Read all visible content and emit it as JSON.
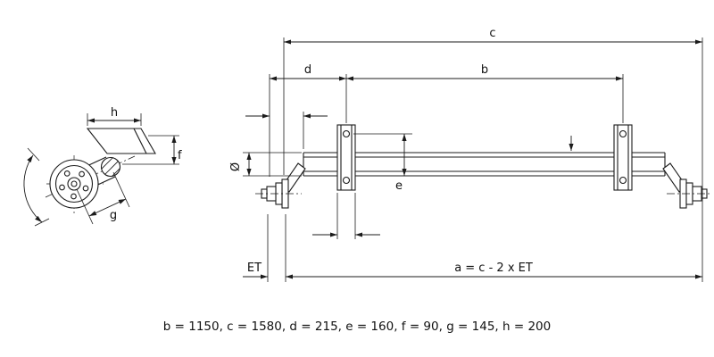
{
  "caption": "b = 1150, c = 1580, d = 215, e = 160, f = 90, g = 145, h = 200",
  "dimensions": {
    "b": {
      "label": "b",
      "value": 1150
    },
    "c": {
      "label": "c",
      "value": 1580
    },
    "d": {
      "label": "d",
      "value": 215
    },
    "e": {
      "label": "e",
      "value": 160
    },
    "f": {
      "label": "f",
      "value": 90
    },
    "g": {
      "label": "g",
      "value": 145
    },
    "h": {
      "label": "h",
      "value": 200
    },
    "a": {
      "label": "a = c - 2 x ET"
    },
    "et": {
      "label": "ET"
    },
    "diameter": {
      "label": "Ø"
    }
  },
  "colors": {
    "line": "#1b1b1b",
    "background": "#ffffff"
  }
}
